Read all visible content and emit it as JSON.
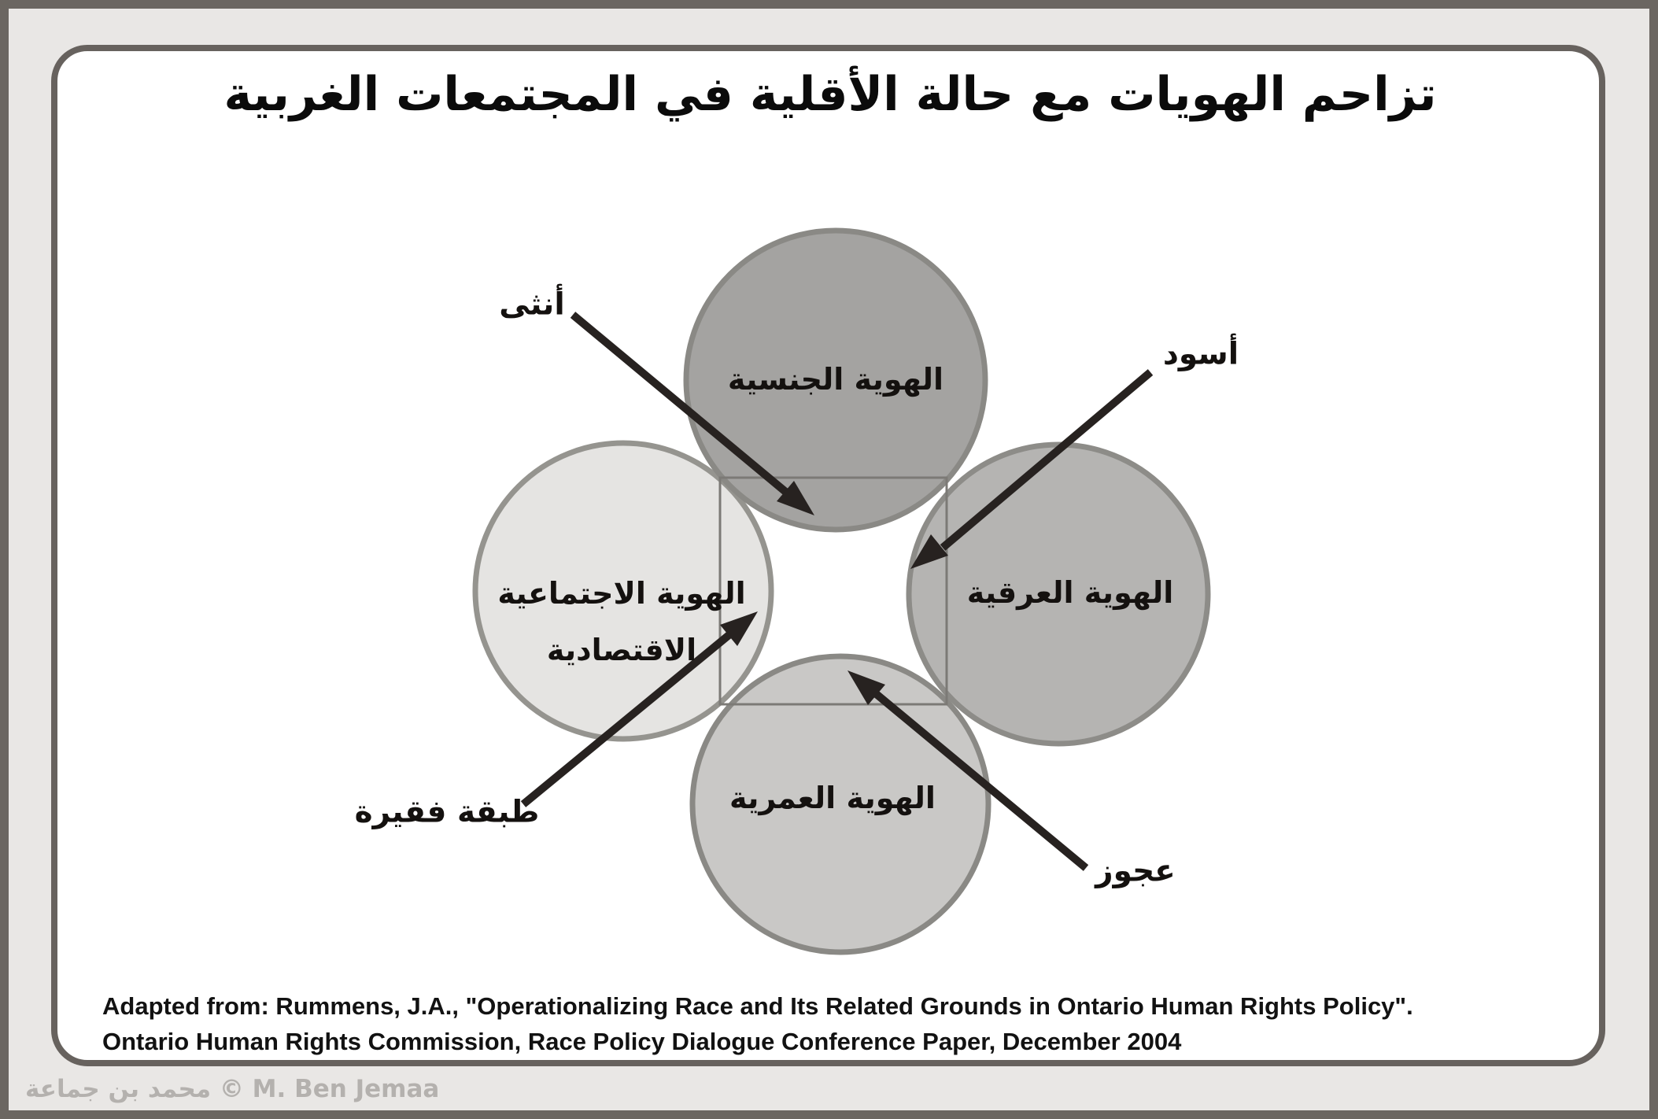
{
  "title": "تزاحم الهويات مع حالة الأقلية في المجتمعات الغربية",
  "diagram": {
    "description": "Four overlapping identity circles around a central square",
    "circles": [
      {
        "id": "gender",
        "position": "top",
        "label": "الهوية الجنسية",
        "fill": "#a4a3a1"
      },
      {
        "id": "ethnic",
        "position": "right",
        "label": "الهوية العرقية",
        "fill": "#b5b4b2"
      },
      {
        "id": "socioeconomic",
        "position": "left",
        "label": "الهوية الاجتماعية الاقتصادية",
        "label_lines": [
          "الهوية الاجتماعية",
          "الاقتصادية"
        ],
        "fill": "#e5e4e2"
      },
      {
        "id": "age",
        "position": "bottom",
        "label": "الهوية العمرية",
        "fill": "#c9c8c6"
      }
    ],
    "annotations": [
      {
        "label": "أنثى",
        "points_to": "gender"
      },
      {
        "label": "أسود",
        "points_to": "ethnic"
      },
      {
        "label": "طبقة فقيرة",
        "points_to": "socioeconomic"
      },
      {
        "label": "عجوز",
        "points_to": "age"
      }
    ]
  },
  "footer": {
    "line1": "Adapted from: Rummens, J.A., \"Operationalizing Race and Its Related Grounds in Ontario Human Rights Policy\".",
    "line2": "Ontario Human Rights Commission, Race Policy Dialogue Conference Paper, December 2004"
  },
  "watermark": {
    "text": "محمد بن جماعة © M. Ben Jemaa"
  },
  "colors": {
    "frame": "#67625e",
    "mat": "#e9e7e5",
    "panel": "#ffffff",
    "circle_gender": "#a4a3a1",
    "circle_ethnic": "#b5b4b2",
    "circle_age": "#c9c8c6",
    "circle_socioeconomic": "#e5e4e2",
    "circle_stroke": "#8d8c88",
    "square_stroke": "#7c7a76",
    "arrow": "#272220"
  }
}
